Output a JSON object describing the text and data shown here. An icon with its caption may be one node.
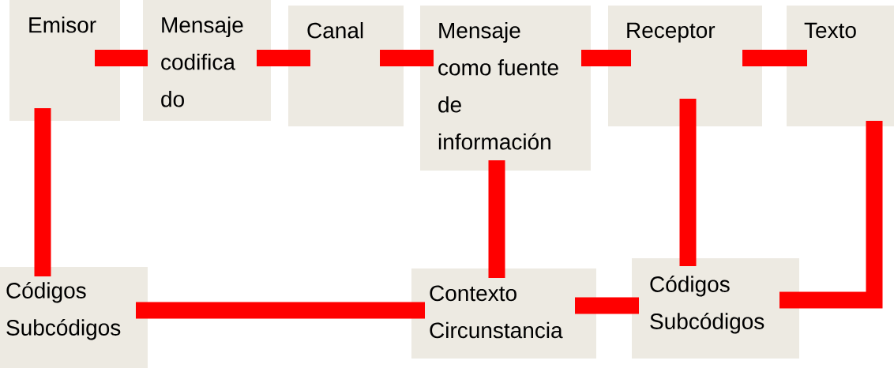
{
  "diagram": {
    "nodes": [
      {
        "text": [
          "Emisor"
        ]
      },
      {
        "text": [
          "Mensaje codifica do"
        ]
      },
      {
        "text": [
          "Canal"
        ]
      },
      {
        "text": [
          "Mensaje como fuente de información"
        ]
      },
      {
        "text": [
          "Receptor"
        ]
      },
      {
        "text": [
          "Texto"
        ]
      },
      {
        "text": [
          "Códigos Subcódigos"
        ]
      },
      {
        "text": [
          "Contexto Circunstancia"
        ]
      },
      {
        "text": [
          "Códigos Subcódigos"
        ]
      }
    ],
    "edges": [
      {
        "from": 0,
        "to": 1,
        "arrow": "none"
      },
      {
        "from": 1,
        "to": 2,
        "arrow": "none"
      },
      {
        "from": 2,
        "to": 3,
        "arrow": "none"
      },
      {
        "from": 3,
        "to": 4,
        "arrow": "none"
      },
      {
        "from": 4,
        "to": 5,
        "arrow": "none"
      },
      {
        "from": 0,
        "to": 6,
        "arrow": "none"
      },
      {
        "from": 6,
        "to": 7,
        "arrow": "none"
      },
      {
        "from": 3,
        "to": 7,
        "arrow": "none"
      },
      {
        "from": 7,
        "to": 8,
        "arrow": "none"
      },
      {
        "from": 4,
        "to": 8,
        "arrow": "none"
      },
      {
        "from": 8,
        "to": 5,
        "arrow": "none"
      }
    ]
  }
}
